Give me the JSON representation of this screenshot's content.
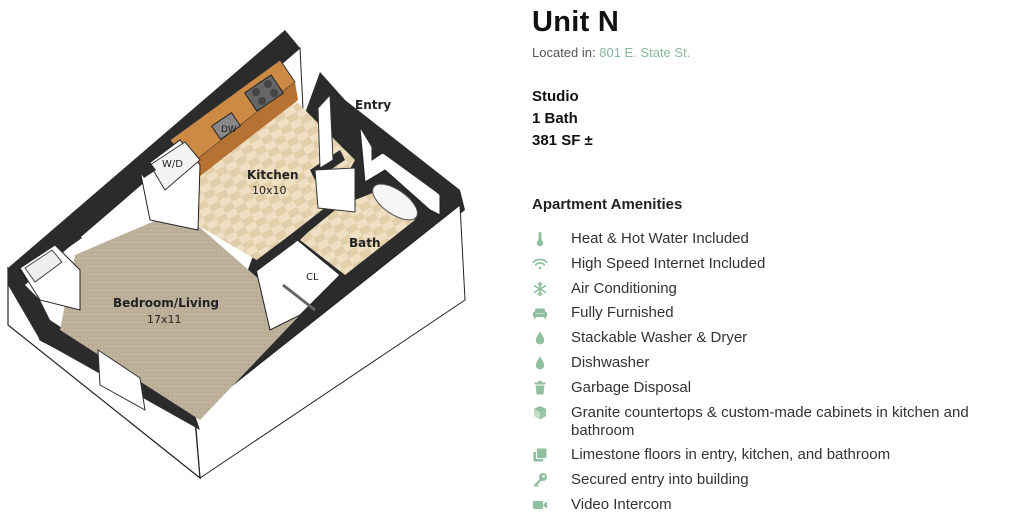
{
  "floorplan": {
    "rooms": {
      "kitchen": {
        "name": "Kitchen",
        "size": "10x10"
      },
      "bedroom": {
        "name": "Bedroom/Living",
        "size": "17x11"
      },
      "bath": {
        "name": "Bath"
      }
    },
    "labels": {
      "entry": "Entry",
      "wd": "W/D",
      "dw": "DW",
      "closet": "CL"
    }
  },
  "unit": {
    "title": "Unit N",
    "located_prefix": "Located in:",
    "located_link": "801 E. State St.",
    "type": "Studio",
    "bath": "1 Bath",
    "area": "381 SF ±"
  },
  "amenities": {
    "title": "Apartment Amenities",
    "icon_color": "#8fbf9f",
    "items": [
      {
        "icon": "thermometer-icon",
        "label": "Heat & Hot Water Included"
      },
      {
        "icon": "wifi-icon",
        "label": "High Speed Internet Included"
      },
      {
        "icon": "snowflake-icon",
        "label": "Air Conditioning"
      },
      {
        "icon": "couch-icon",
        "label": "Fully Furnished"
      },
      {
        "icon": "droplet-icon",
        "label": "Stackable Washer & Dryer"
      },
      {
        "icon": "droplet-icon",
        "label": "Dishwasher"
      },
      {
        "icon": "trash-icon",
        "label": "Garbage Disposal"
      },
      {
        "icon": "cube-icon",
        "label": "Granite countertops & custom-made cabinets in kitchen and bathroom"
      },
      {
        "icon": "clone-icon",
        "label": "Limestone floors in entry, kitchen, and bathroom"
      },
      {
        "icon": "key-icon",
        "label": "Secured entry into building"
      },
      {
        "icon": "video-camera-icon",
        "label": "Video Intercom"
      }
    ]
  }
}
